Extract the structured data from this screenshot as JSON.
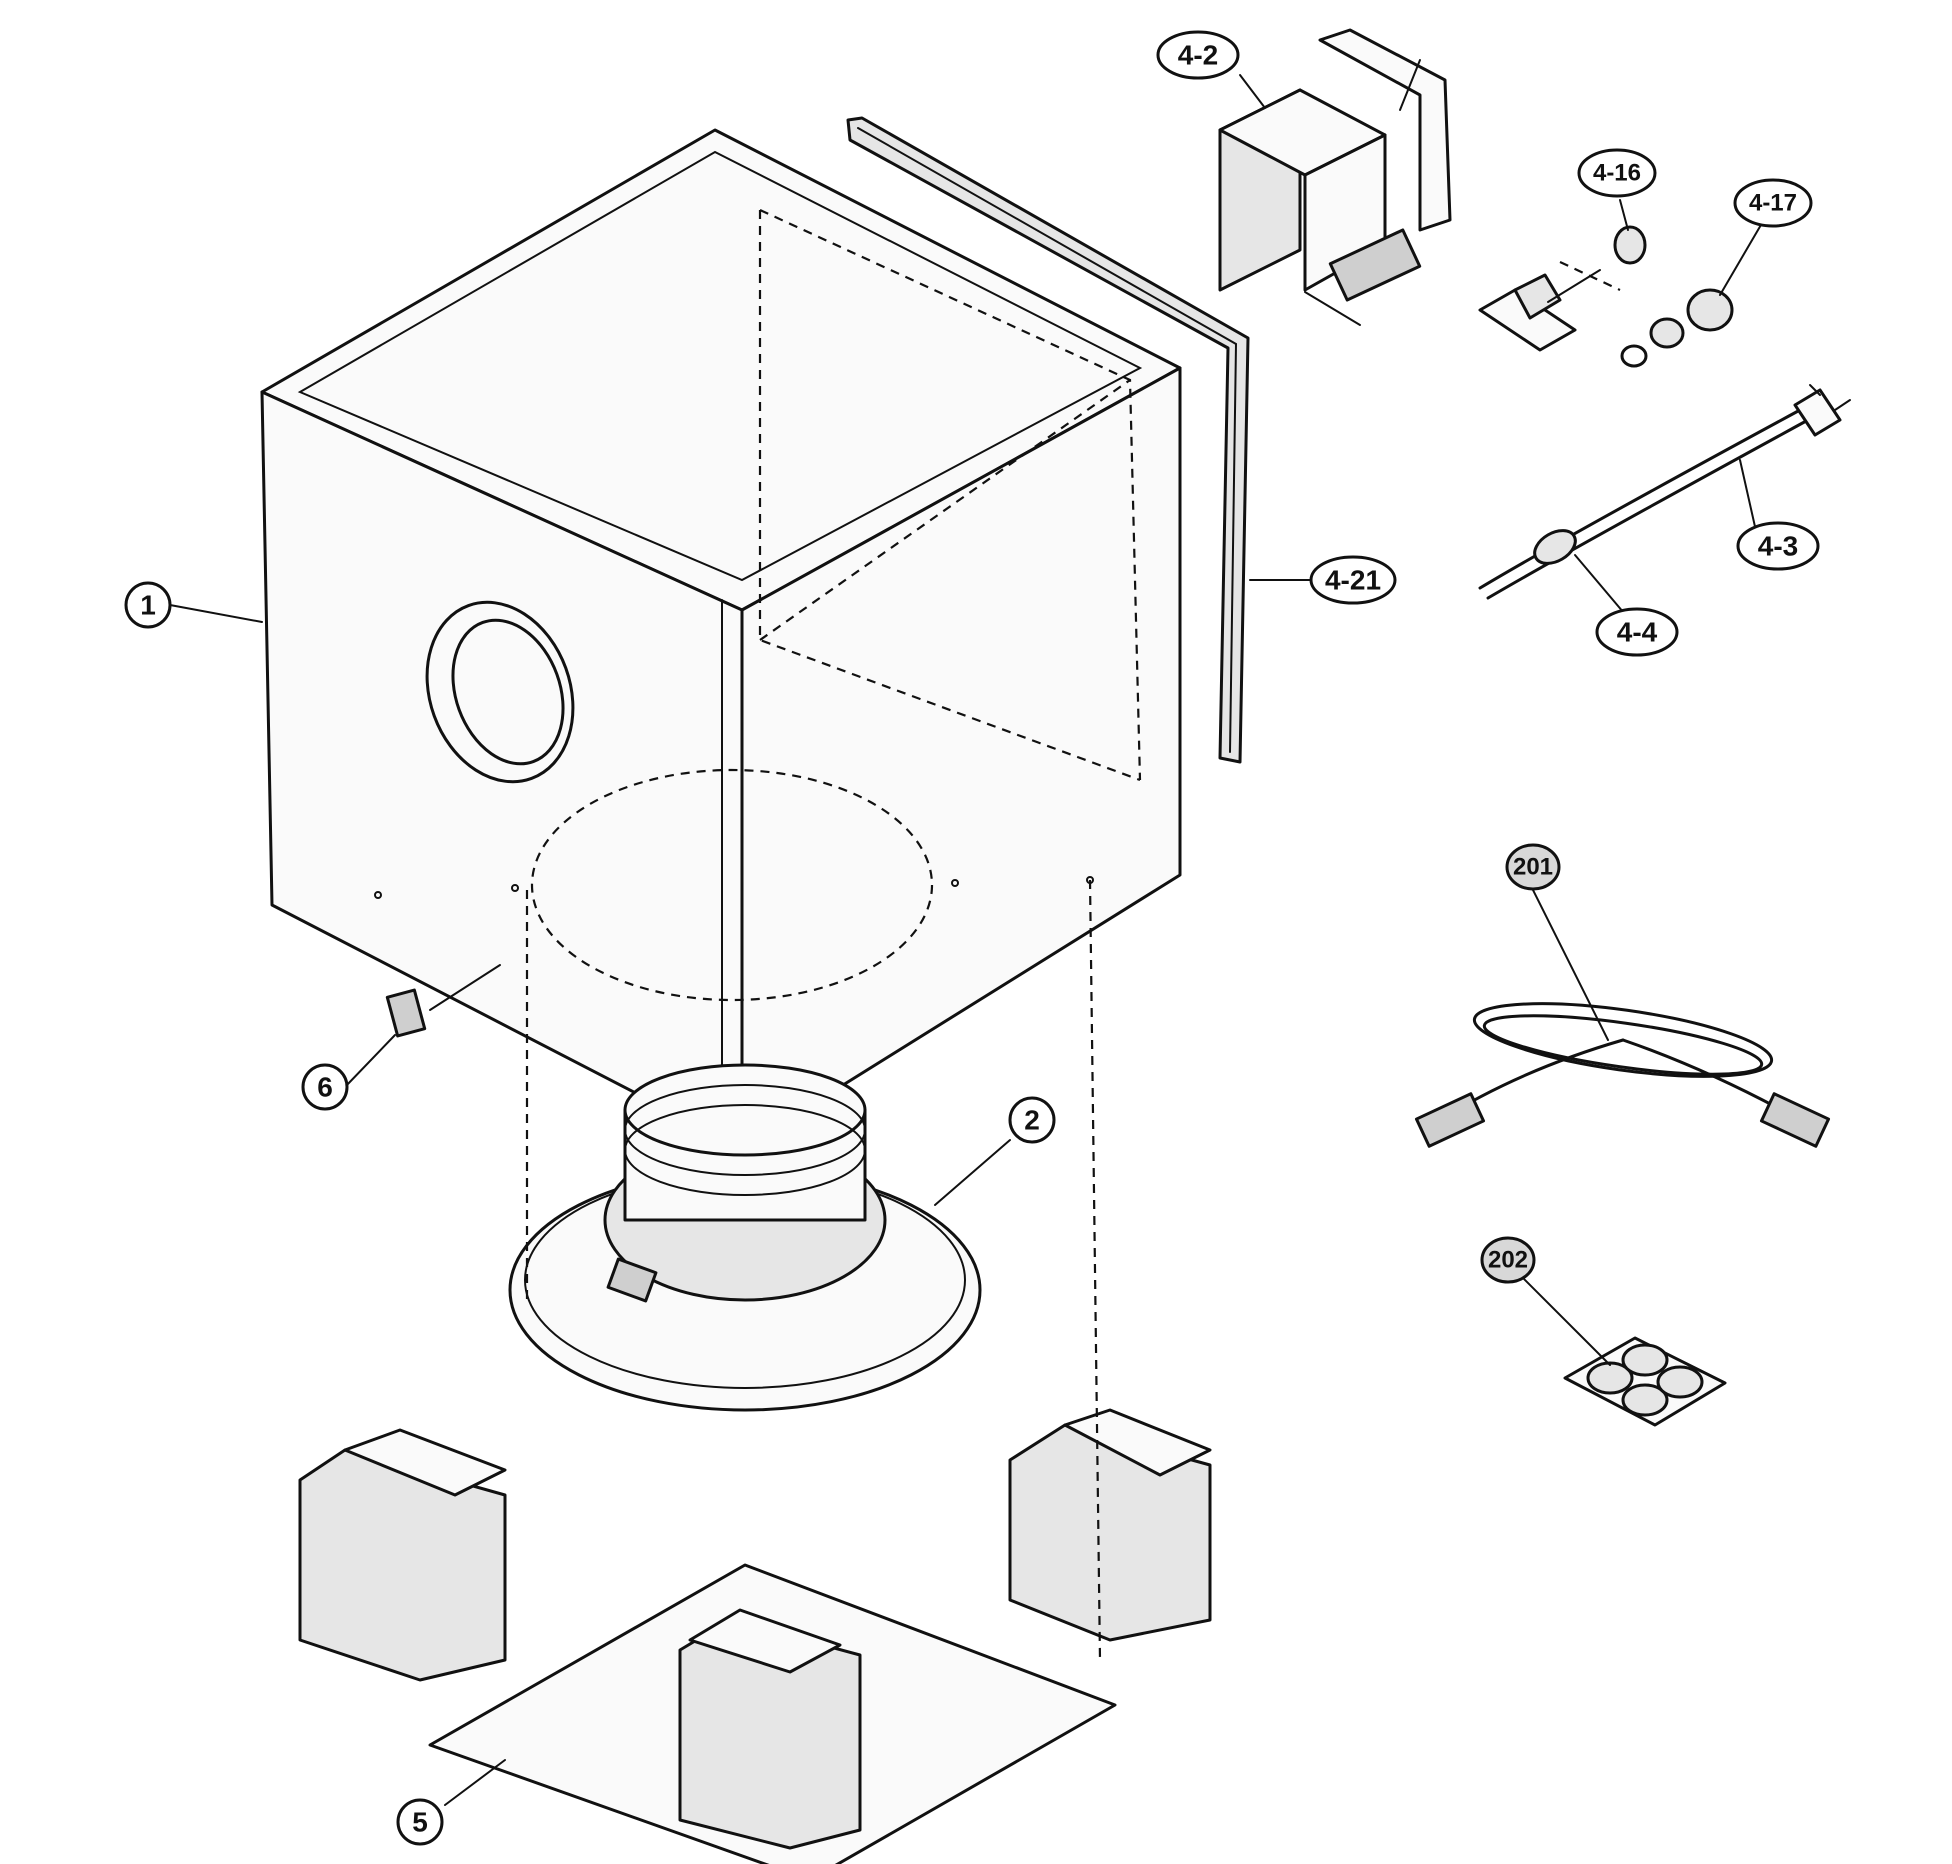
{
  "callouts": {
    "c1": "1",
    "c2": "2",
    "c5": "5",
    "c6": "6",
    "c4_2": "4-2",
    "c4_3": "4-3",
    "c4_4": "4-4",
    "c4_16": "4-16",
    "c4_17": "4-17",
    "c4_21": "4-21",
    "c201": "201",
    "c202": "202"
  }
}
